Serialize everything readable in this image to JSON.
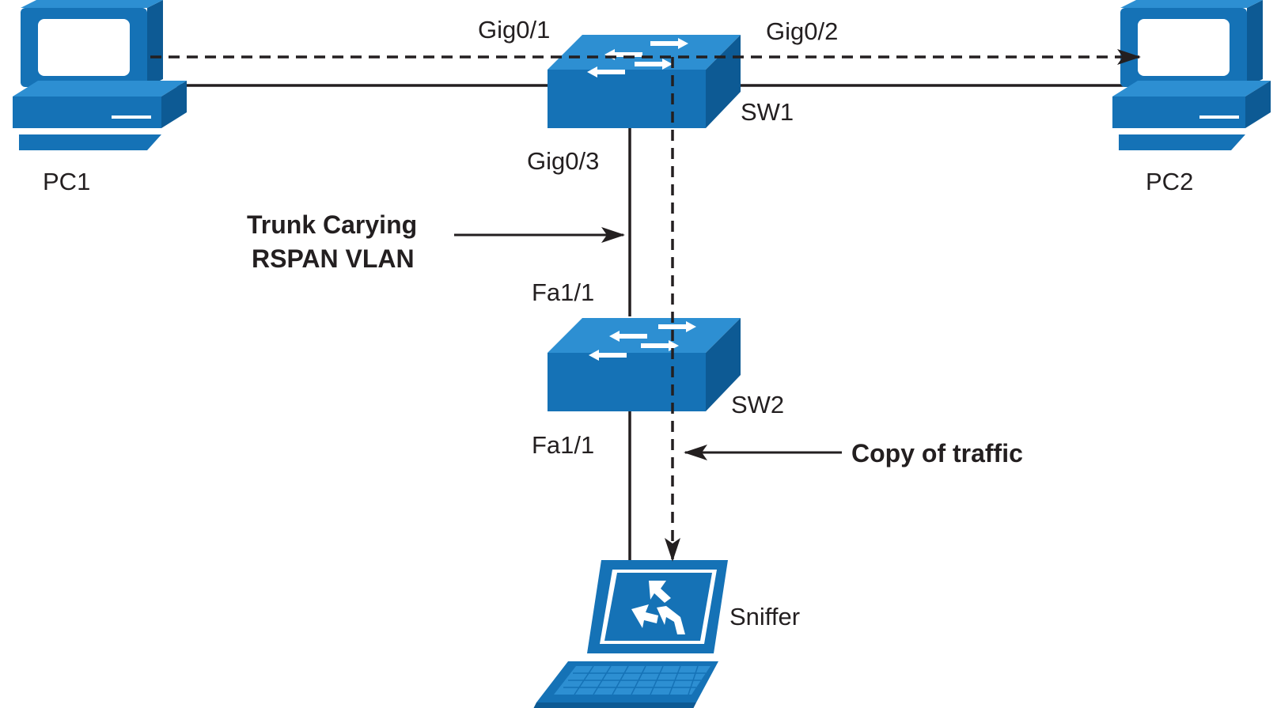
{
  "colors": {
    "device_blue": "#1572b6",
    "device_dark": "#0d5a94",
    "device_light": "#2d8fd2",
    "line": "#231f20",
    "arrow": "#ffffff"
  },
  "devices": {
    "pc1": {
      "label": "PC1",
      "icon": "pc-icon"
    },
    "pc2": {
      "label": "PC2",
      "icon": "pc-icon"
    },
    "sw1": {
      "label": "SW1",
      "icon": "switch-icon"
    },
    "sw2": {
      "label": "SW2",
      "icon": "switch-icon"
    },
    "sniffer": {
      "label": "Sniffer",
      "icon": "laptop-sniffer-icon"
    }
  },
  "ports": {
    "sw1_gig01": "Gig0/1",
    "sw1_gig02": "Gig0/2",
    "sw1_gig03": "Gig0/3",
    "sw2_fa11_top": "Fa1/1",
    "sw2_fa11_bottom": "Fa1/1"
  },
  "annotations": {
    "trunk_line1": "Trunk Carying",
    "trunk_line2": "RSPAN VLAN",
    "copy": "Copy of traffic"
  },
  "links": [
    {
      "from": "PC1",
      "to": "SW1",
      "style": "solid"
    },
    {
      "from": "SW1",
      "to": "PC2",
      "style": "solid"
    },
    {
      "from": "SW1",
      "to": "SW2",
      "style": "solid"
    },
    {
      "from": "SW2",
      "to": "Sniffer",
      "style": "solid"
    },
    {
      "from": "PC1",
      "to": "PC2",
      "style": "dashed"
    },
    {
      "from": "SW1",
      "to": "Sniffer",
      "style": "dashed"
    }
  ]
}
